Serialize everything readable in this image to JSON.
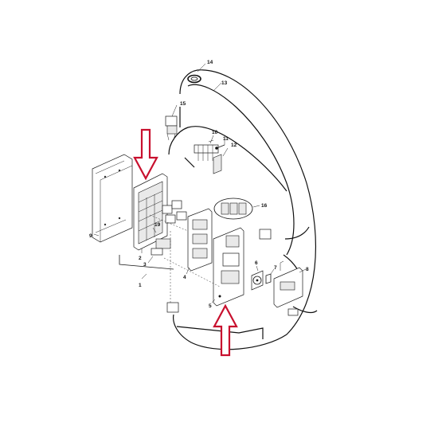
{
  "diagram": {
    "type": "exploded parts diagram",
    "callouts": [
      "1",
      "2",
      "3",
      "4",
      "5",
      "6",
      "7",
      "8",
      "9",
      "10",
      "11",
      "12",
      "13",
      "14",
      "15",
      "16",
      "19"
    ],
    "accent_color": "#c8102e",
    "highlight_arrows": [
      {
        "direction": "down"
      },
      {
        "direction": "up"
      }
    ]
  }
}
